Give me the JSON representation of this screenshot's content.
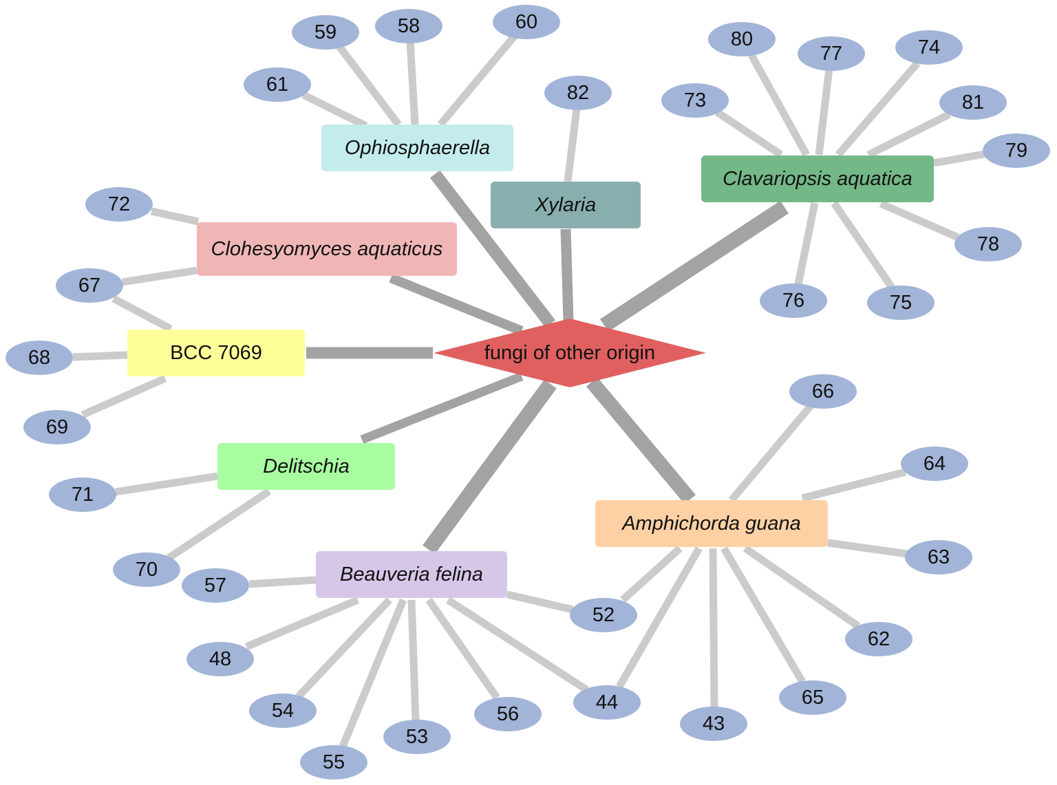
{
  "network": {
    "center": {
      "label": "fungi of other origin",
      "color": "#e06060"
    },
    "leaf_color": "#a2b4d7",
    "edge_colors": {
      "primary": "#a3a3a3",
      "secondary": "#cbcbcb"
    },
    "groups": [
      {
        "id": "ophiosphaerella",
        "label": "Ophiosphaerella",
        "italic": true,
        "color": "#c4ecec",
        "leaves": [
          "61",
          "59",
          "58",
          "60"
        ]
      },
      {
        "id": "xylaria",
        "label": "Xylaria",
        "italic": true,
        "color": "#88aeae",
        "leaves": [
          "82"
        ]
      },
      {
        "id": "clavariopsis-aquatica",
        "label": "Clavariopsis aquatica",
        "italic": true,
        "color": "#74b887",
        "leaves": [
          "80",
          "77",
          "74",
          "73",
          "81",
          "79",
          "78",
          "76",
          "75"
        ]
      },
      {
        "id": "clohesyomyces-aquaticus",
        "label": "Clohesyomyces aquaticus",
        "italic": true,
        "color": "#f0b6b6",
        "leaves": [
          "72",
          "67"
        ]
      },
      {
        "id": "bcc-7069",
        "label": "BCC 7069",
        "italic": false,
        "color": "#ffff99",
        "leaves": [
          "67",
          "68",
          "69"
        ]
      },
      {
        "id": "delitschia",
        "label": "Delitschia",
        "italic": true,
        "color": "#a7fda0",
        "leaves": [
          "71",
          "70"
        ]
      },
      {
        "id": "amphichorda-guana",
        "label": "Amphichorda guana",
        "italic": true,
        "color": "#fed1a5",
        "leaves": [
          "66",
          "64",
          "63",
          "62",
          "65",
          "43",
          "44",
          "52"
        ]
      },
      {
        "id": "beauveria-felina",
        "label": "Beauveria felina",
        "italic": true,
        "color": "#d6c6e8",
        "leaves": [
          "57",
          "52",
          "48",
          "54",
          "55",
          "53",
          "56",
          "44"
        ]
      }
    ]
  }
}
